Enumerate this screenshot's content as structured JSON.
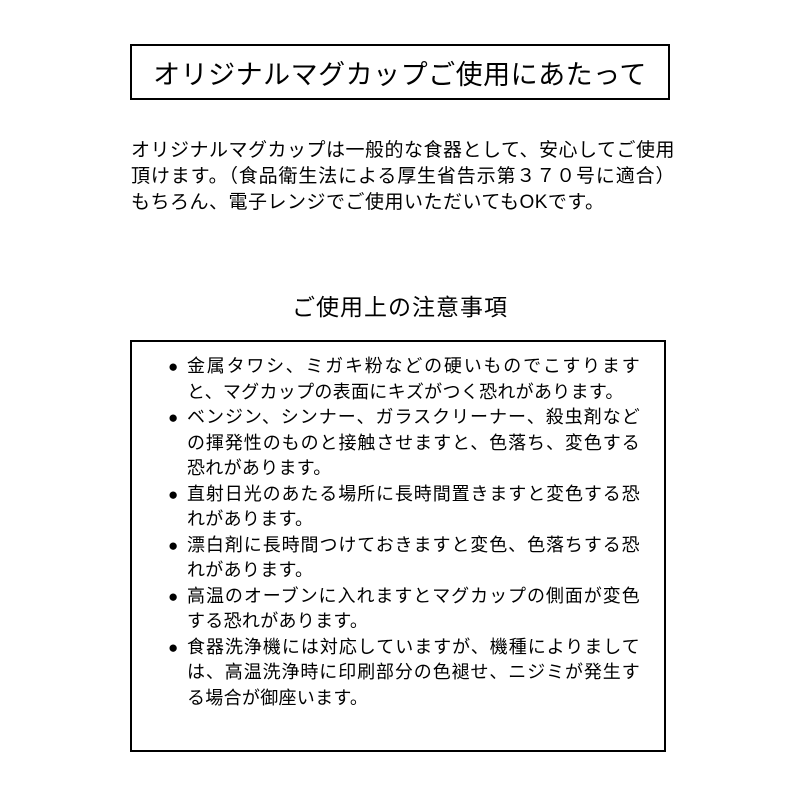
{
  "page": {
    "title": "オリジナルマグカップご使用にあたって",
    "intro": "オリジナルマグカップは一般的な食器として、安心してご使用頂けます。（食品衛生法による厚生省告示第３７０号に適合）もちろん、電子レンジでご使用いただいてもOKです。",
    "section_heading": "ご使用上の注意事項",
    "bullet": "●",
    "cautions": [
      "金属タワシ、ミガキ粉などの硬いものでこすりますと、マグカップの表面にキズがつく恐れがあります。",
      "ベンジン、シンナー、ガラスクリーナー、殺虫剤などの揮発性のものと接触させますと、色落ち、変色する恐れがあります。",
      "直射日光のあたる場所に長時間置きますと変色する恐れがあります。",
      "漂白剤に長時間つけておきますと変色、色落ちする恐れがあります。",
      "高温のオーブンに入れますとマグカップの側面が変色する恐れがあります。",
      "食器洗浄機には対応していますが、機種によりましては、高温洗浄時に印刷部分の色褪せ、ニジミが発生する場合が御座います。"
    ]
  }
}
